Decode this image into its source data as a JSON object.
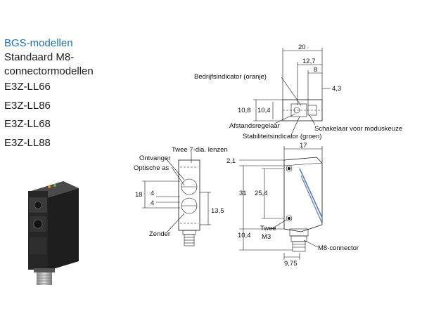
{
  "heading": {
    "series": "BGS-modellen",
    "line1": "Standaard M8-",
    "line2": "connectormodellen",
    "models": [
      "E3Z-LL66",
      "E3Z-LL86",
      "E3Z-LL68",
      "E3Z-LL88"
    ]
  },
  "labels": {
    "operation_indicator": "Bedrijfsindicator (oranje)",
    "distance_adjuster": "Afstandsregelaar",
    "mode_switch": "Schakelaar voor moduskeuze",
    "stability_indicator": "Stabiliteitsindicator (groen)",
    "two_lenses": "Twee 7-dia. lenzen",
    "receiver": "Ontvanger",
    "optical_axis": "Optische as",
    "emitter": "Zender",
    "two_m3_line1": "Twee",
    "two_m3_line2": "M3",
    "m8_connector": "M8-connector"
  },
  "dimensions": {
    "top_width": "20",
    "top_offset": "12,7",
    "top_small": "4,3",
    "top_height_outer": "10,8",
    "top_height_inner": "10,4",
    "top_depth": "8",
    "side_width": "17",
    "side_top": "2,1",
    "side_height": "31",
    "side_inner": "25,4",
    "side_bottom": "10,4",
    "side_connector": "9,75",
    "front_height": "18",
    "front_gap1": "4",
    "front_gap2": "4",
    "front_lower": "13,5"
  },
  "colors": {
    "series_blue": "#1f6fb5"
  }
}
